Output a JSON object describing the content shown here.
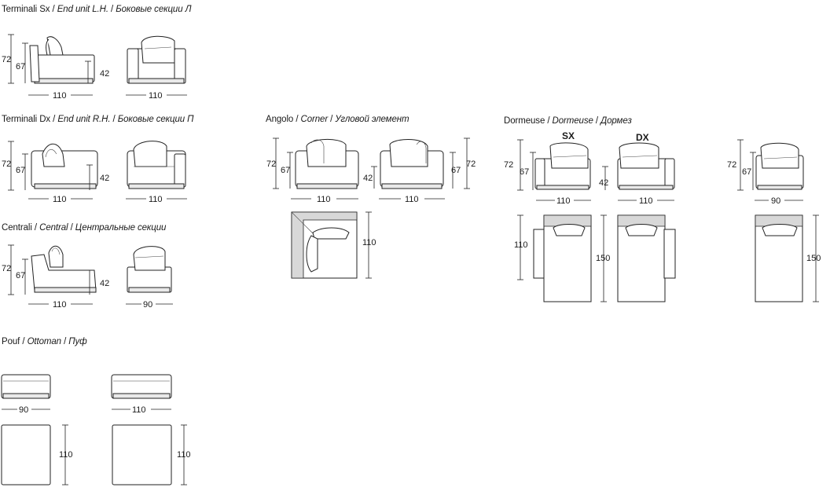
{
  "sections": {
    "terminali_sx": {
      "name": "Terminali Sx",
      "sep1": " / ",
      "en": "End unit L.H.",
      "sep2": " / ",
      "ru": "Боковые секции Л"
    },
    "terminali_dx": {
      "name": "Terminali Dx",
      "sep1": " / ",
      "en": "End unit R.H.",
      "sep2": " / ",
      "ru": "Боковые секции П"
    },
    "centrali": {
      "name": "Centrali",
      "sep1": " / ",
      "en": "Central",
      "sep2": " / ",
      "ru": "Центральные секции"
    },
    "angolo": {
      "name": "Angolo",
      "sep1": " / ",
      "en": "Corner",
      "sep2": " / ",
      "ru": "Угловой элемент"
    },
    "dormeuse": {
      "name": "Dormeuse",
      "sep1": " / ",
      "en": "Dormeuse",
      "sep2": " / ",
      "ru": "Дормез"
    },
    "pouf": {
      "name": "Pouf",
      "sep1": " / ",
      "en": "Ottoman",
      "sep2": " / ",
      "ru": "Пуф"
    }
  },
  "labels": {
    "sx": "SX",
    "dx": "DX"
  },
  "dimensions": {
    "height_total": "72",
    "height_back": "67",
    "height_seat": "42",
    "width_110": "110",
    "width_90": "90",
    "depth_110": "110",
    "length_150": "150"
  }
}
